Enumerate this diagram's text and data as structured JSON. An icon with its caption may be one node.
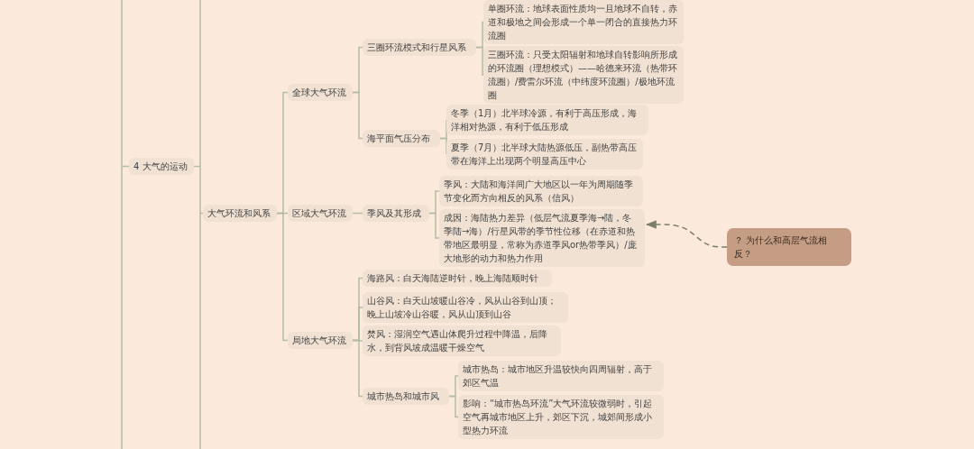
{
  "diagram": {
    "nodes": [
      {
        "text": [
          "4 大气的运动"
        ]
      },
      {
        "text": [
          "大气环流和风系"
        ]
      },
      {
        "text": [
          "全球大气环流"
        ]
      },
      {
        "text": [
          "三圈环流模式和行星风系"
        ]
      },
      {
        "text": [
          "单圈环流：地球表面性质均一且地球不自转，赤道和极地之间会形成一个单一闭合的直接热力环流圈"
        ]
      },
      {
        "text": [
          "三圈环流：只受太阳辐射和地球自转影响所形成的环流圈（理想模式）——哈德来环流（热带环流圈）/费雷尔环流（中纬度环流圈）/极地环流圈"
        ]
      },
      {
        "text": [
          "海平面气压分布"
        ]
      },
      {
        "text": [
          "冬季（1月）北半球冷源，有利于高压形成，海洋相对热源，有利于低压形成"
        ]
      },
      {
        "text": [
          "夏季（7月）北半球大陆热源低压，副热带高压带在海洋上出现两个明显高压中心"
        ]
      },
      {
        "text": [
          "区域大气环流"
        ]
      },
      {
        "text": [
          "季风及其形成"
        ]
      },
      {
        "text": [
          "季风：大陆和海洋间广大地区以一年为周期随季节变化而方向相反的风系（信风）"
        ]
      },
      {
        "text": [
          "成因：海陆热力差异（低层气流夏季海→陆，冬季陆→海）/行星风带的季节性位移（在赤道和热带地区最明显，常称为赤道季风or热带季风）/庞大地形的动力和热力作用"
        ]
      },
      {
        "text": [
          "？ 为什么和高层气流相反？"
        ]
      },
      {
        "text": [
          "局地大气环流"
        ]
      },
      {
        "text": [
          "海路风：白天海陆逆时针，晚上海陆顺时针"
        ]
      },
      {
        "text": [
          "山谷风：白天山坡暖山谷冷，风从山谷到山顶；晚上山坡冷山谷暖，风从山顶到山谷"
        ]
      },
      {
        "text": [
          "焚风：湿润空气遇山体爬升过程中降温，后降水，到背风坡成温暖干燥空气"
        ]
      },
      {
        "text": [
          "城市热岛和城市风"
        ]
      },
      {
        "text": [
          "城市热岛：城市地区升温较快向四周辐射，高于郊区气温"
        ]
      },
      {
        "text": [
          "影响：“城市热岛环流”大气环流较微弱时，引起空气再城市地区上升，郊区下沉，城郊间形成小型热力环流"
        ]
      }
    ],
    "edges": [
      {
        "from": null,
        "to": 0,
        "arrow": "none"
      },
      {
        "from": 0,
        "to": 1,
        "arrow": "none"
      },
      {
        "from": 1,
        "to": 2,
        "arrow": "none"
      },
      {
        "from": 2,
        "to": 3,
        "arrow": "none"
      },
      {
        "from": 3,
        "to": 4,
        "arrow": "none"
      },
      {
        "from": 3,
        "to": 5,
        "arrow": "none"
      },
      {
        "from": 2,
        "to": 6,
        "arrow": "none"
      },
      {
        "from": 6,
        "to": 7,
        "arrow": "none"
      },
      {
        "from": 6,
        "to": 8,
        "arrow": "none"
      },
      {
        "from": 1,
        "to": 9,
        "arrow": "none"
      },
      {
        "from": 9,
        "to": 10,
        "arrow": "none"
      },
      {
        "from": 10,
        "to": 11,
        "arrow": "none"
      },
      {
        "from": 10,
        "to": 12,
        "arrow": "none"
      },
      {
        "from": 13,
        "to": 12,
        "arrow": "to",
        "style": "dashed",
        "color": "#7a7f6c"
      },
      {
        "from": 1,
        "to": 14,
        "arrow": "none"
      },
      {
        "from": 14,
        "to": 15,
        "arrow": "none"
      },
      {
        "from": 14,
        "to": 16,
        "arrow": "none"
      },
      {
        "from": 14,
        "to": 17,
        "arrow": "none"
      },
      {
        "from": 14,
        "to": 18,
        "arrow": "none"
      },
      {
        "from": 18,
        "to": 19,
        "arrow": "none"
      },
      {
        "from": 18,
        "to": 20,
        "arrow": "none"
      }
    ]
  }
}
